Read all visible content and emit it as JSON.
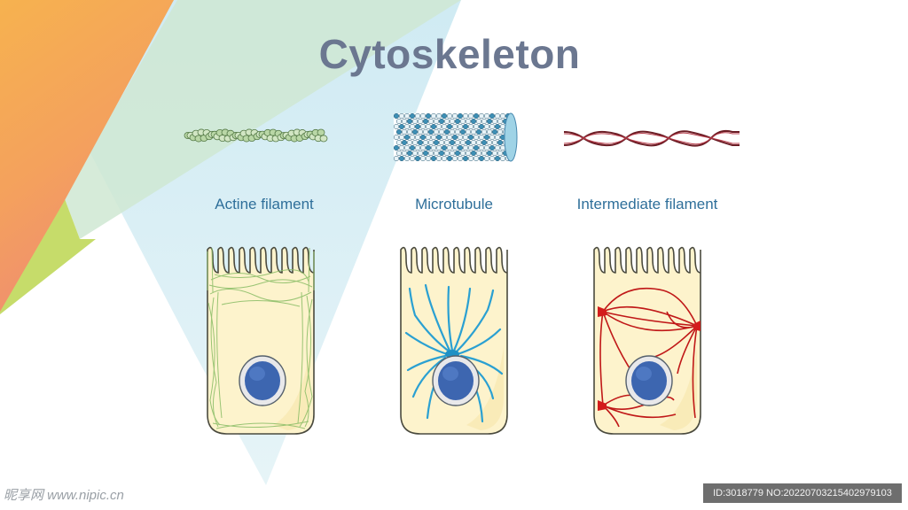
{
  "title": "Cytoskeleton",
  "filaments": [
    {
      "label": "Actine filament"
    },
    {
      "label": "Microtubule"
    },
    {
      "label": "Intermediate filament"
    }
  ],
  "watermark_left": "昵享网 www.nipic.cn",
  "watermark_right": "ID:3018779 NO:20220703215402979103",
  "colors": {
    "title": "#6b7790",
    "label": "#2f6f9a",
    "cell_fill": "#fdf3cc",
    "cell_edge": "#4a4a3e",
    "nucleus": "#3d66b0",
    "actin": "#8fbf6a",
    "microtubule": "#2aa0d2",
    "intermediate": "#c01818"
  }
}
